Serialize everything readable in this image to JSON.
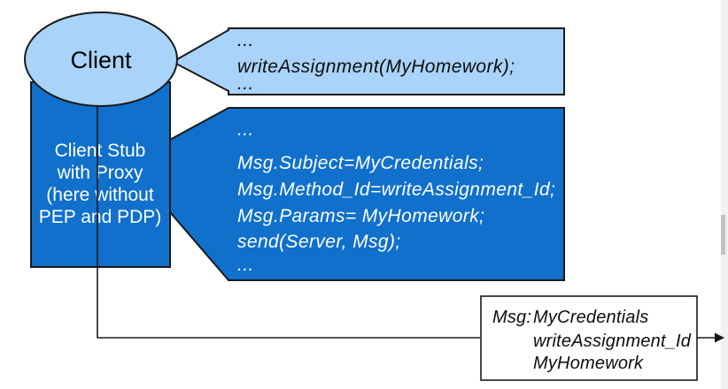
{
  "colors": {
    "light_blue": "#a9d3f8",
    "dark_blue": "#1070cc",
    "outline": "#1a1a1a",
    "scrollbar_track": "#f1f1f1",
    "scrollbar_thumb": "#c2c2c2"
  },
  "client": {
    "label": "Client"
  },
  "client_stub": {
    "lines": [
      "Client Stub",
      "with Proxy",
      "(here without",
      "PEP and PDP)"
    ]
  },
  "client_code_callout": {
    "lines": [
      "...",
      "writeAssignment(MyHomework);",
      "..."
    ]
  },
  "stub_code_callout": {
    "lines": [
      "...",
      "Msg.Subject=MyCredentials;",
      "Msg.Method_Id=writeAssignment_Id;",
      "Msg.Params= MyHomework;",
      "send(Server, Msg);",
      "..."
    ]
  },
  "message_box": {
    "label": "Msg:",
    "lines": [
      "MyCredentials",
      "writeAssignment_Id",
      "MyHomework"
    ]
  }
}
